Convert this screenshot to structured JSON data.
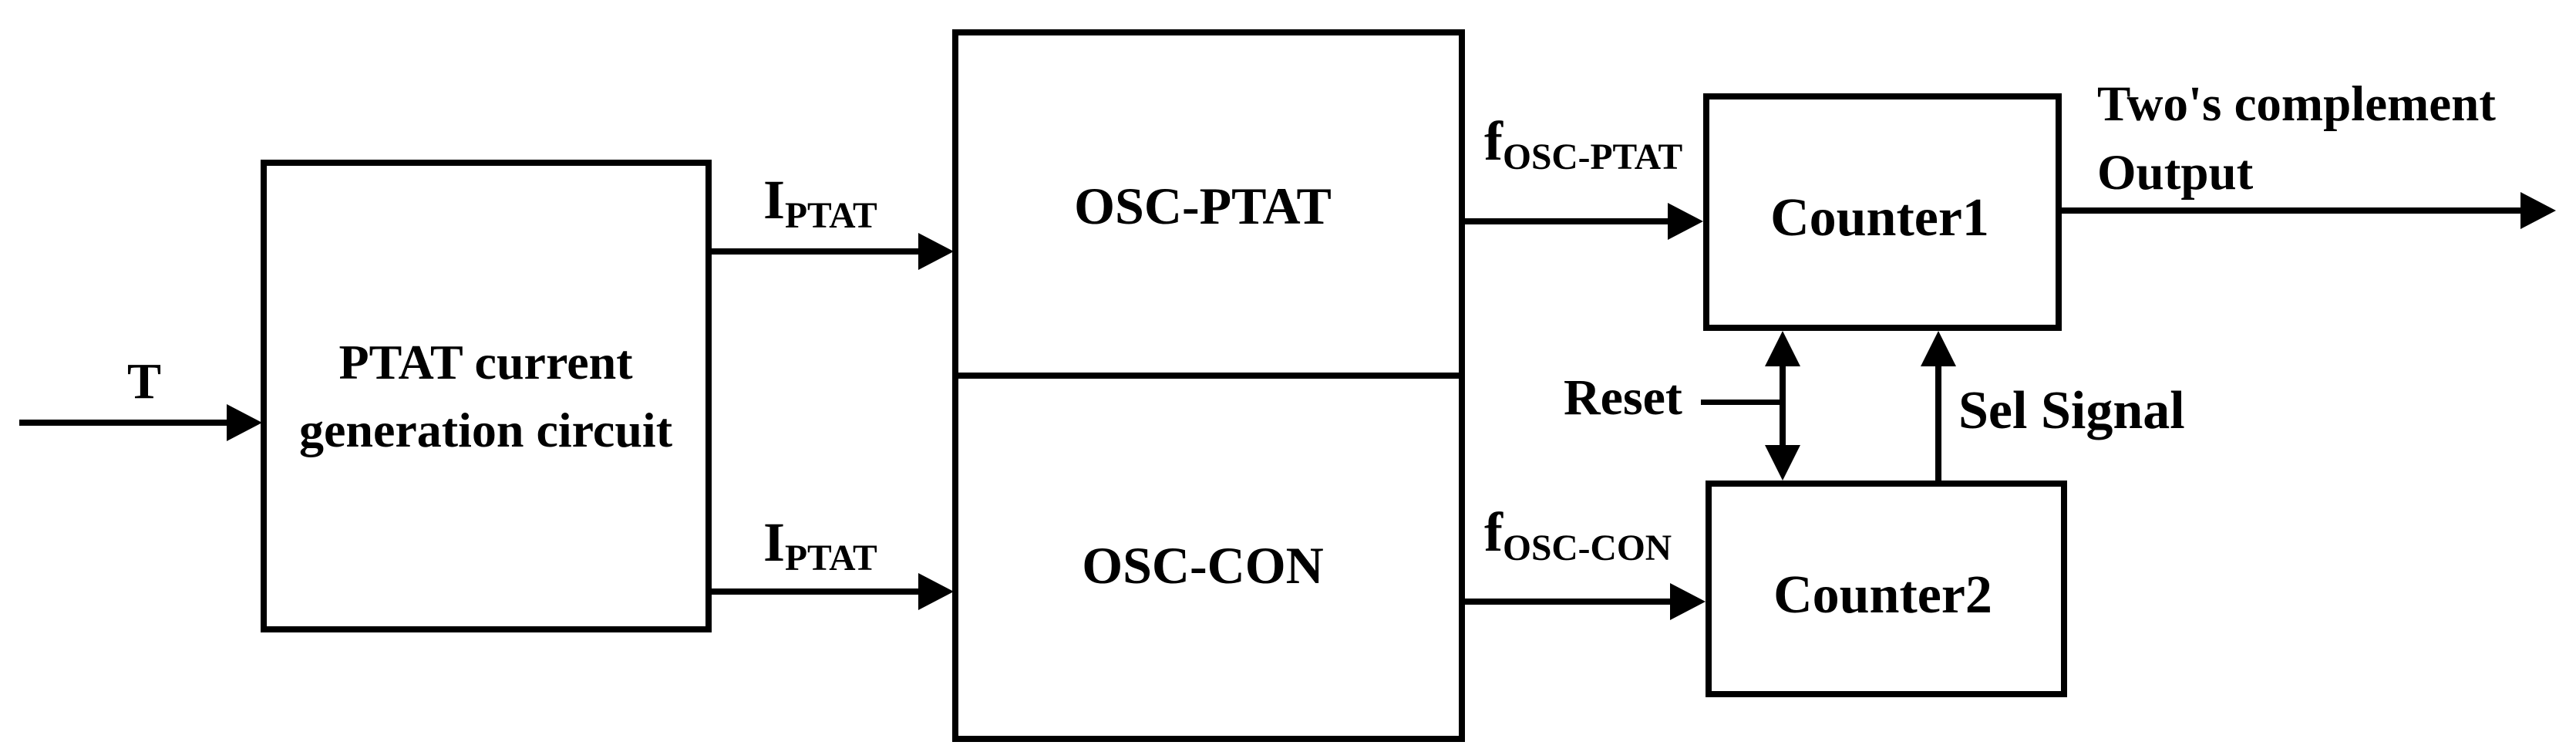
{
  "diagram": {
    "description": "Block diagram of a PTAT-oscillator based temperature sensor readout chain",
    "colors": {
      "line": "#000000",
      "text": "#000000",
      "background": "#ffffff"
    },
    "blocks": {
      "ptat": {
        "label_line1": "PTAT current",
        "label_line2": "generation circuit"
      },
      "osc_ptat": {
        "label": "OSC-PTAT"
      },
      "osc_con": {
        "label": "OSC-CON"
      },
      "counter1": {
        "label": "Counter1"
      },
      "counter2": {
        "label": "Counter2"
      }
    },
    "signals": {
      "t_input": {
        "label": "T"
      },
      "iptat_top": {
        "main": "I",
        "sub": "PTAT"
      },
      "iptat_bottom": {
        "main": "I",
        "sub": "PTAT"
      },
      "fosc_ptat": {
        "main": "f",
        "sub": "OSC-PTAT"
      },
      "fosc_con": {
        "main": "f",
        "sub": "OSC-CON"
      },
      "reset": {
        "label": "Reset"
      },
      "sel": {
        "label": "Sel Signal"
      },
      "output_line1": "Two's complement",
      "output_line2": "Output"
    }
  }
}
